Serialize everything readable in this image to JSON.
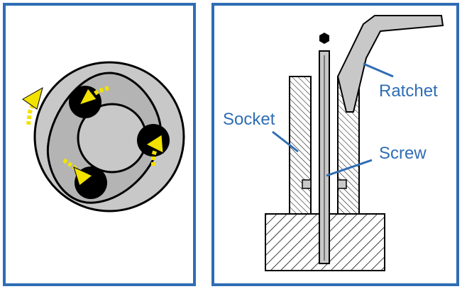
{
  "colors": {
    "border": "#2f6db4",
    "label": "#2f6db4",
    "metal_gray": "#c8c8c8",
    "arrow_yellow": "#f2e200",
    "outline": "#000000"
  },
  "left_panel": {
    "icons": [
      "rotation-arrow-icon",
      "roller-arrow-icon",
      "roller-arrow-icon",
      "roller-arrow-icon"
    ]
  },
  "right_panel": {
    "labels": {
      "ratchet": "Ratchet",
      "socket": "Socket",
      "screw": "Screw"
    }
  }
}
